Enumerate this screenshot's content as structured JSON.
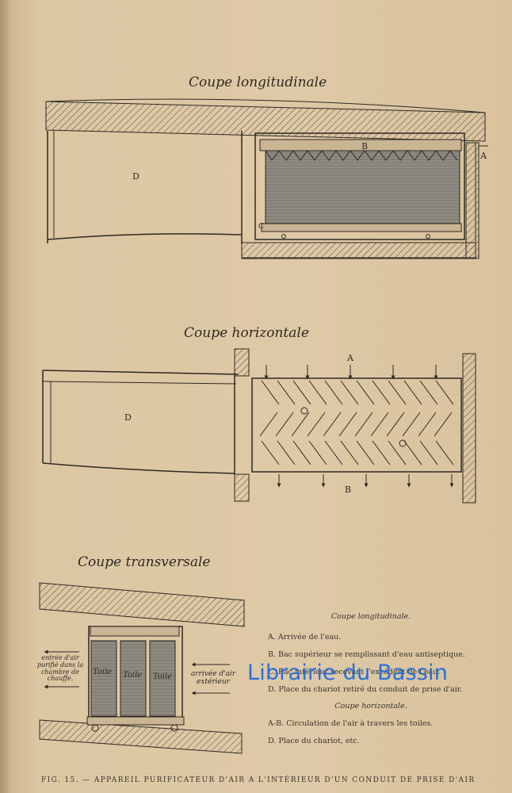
{
  "figures": {
    "longitudinal_title": "Coupe longitudinale",
    "horizontal_title": "Coupe horizontale",
    "transversal_title": "Coupe transversale"
  },
  "labels": {
    "D1": "D",
    "B1": "B",
    "A1": "A",
    "C1": "C",
    "D2": "D",
    "A2": "A",
    "B2": "B",
    "toile": "Toile",
    "entree": "entrée d'air purifié dans la chambre de chauffe.",
    "arrivee": "arrivée d'air extérieur"
  },
  "legend": {
    "heading_long": "Coupe longitudinale.",
    "items_long": [
      "A. Arrivée de l'eau.",
      "B. Bac supérieur se remplissant d'eau antiseptique.",
      "C. Bac inférieur recevant l'excédent de l'eau.",
      "D. Place du chariot retiré du conduit de prise d'air."
    ],
    "heading_horiz": "Coupe horizontale.",
    "items_horiz": [
      "A-B. Circulation de l'air à travers les toiles.",
      "D. Place du chariot, etc."
    ]
  },
  "caption": "FIG. 15. — APPAREIL PURIFICATEUR D'AIR A L'INTÉRIEUR D'UN CONDUIT DE PRISE D'AIR",
  "watermark": "Librairie du Bassin",
  "colors": {
    "paper": "#dec9a6",
    "ink": "#2d2922",
    "watermark": "#2a6fd6"
  }
}
